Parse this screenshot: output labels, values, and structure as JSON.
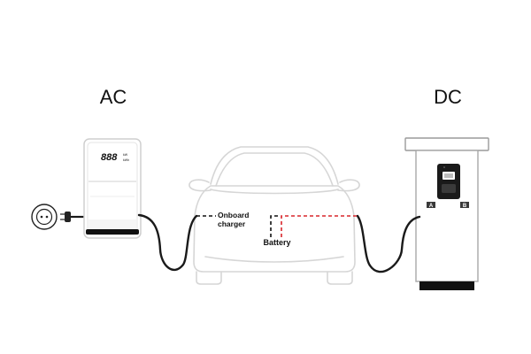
{
  "labels": {
    "ac": "AC",
    "dc": "DC",
    "onboard_charger_line1": "Onboard",
    "onboard_charger_line2": "charger",
    "battery": "Battery"
  },
  "wallbox_display": {
    "digits": "888",
    "unit_top": "kW",
    "unit_bottom": "kWh"
  },
  "dc_station_ports": {
    "left": "A",
    "right": "B"
  },
  "colors": {
    "outline": "#d8d8d8",
    "cable": "#1a1a1a",
    "ac_circuit": "#111111",
    "dc_circuit": "#d9262b"
  }
}
